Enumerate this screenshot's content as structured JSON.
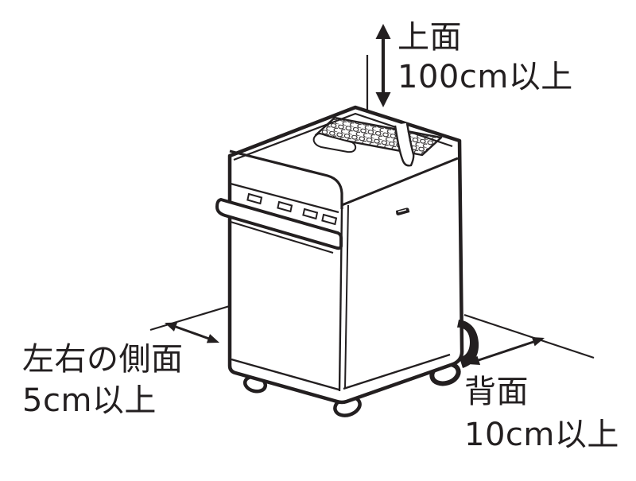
{
  "colors": {
    "ink": "#231f20",
    "background": "#ffffff"
  },
  "labels": {
    "top": {
      "surface": "上面",
      "clearance": "100cm以上"
    },
    "sides": {
      "surface": "左右の側面",
      "clearance": "5cm以上"
    },
    "back": {
      "surface": "背面",
      "clearance": "10cm以上"
    }
  },
  "icons": {
    "top_arrow": "double-headed-vertical-arrow-icon",
    "side_arrow": "double-headed-diagonal-arrow-icon",
    "back_arrow": "double-headed-diagonal-arrow-icon",
    "illustration": "dehumidifier-line-drawing"
  }
}
